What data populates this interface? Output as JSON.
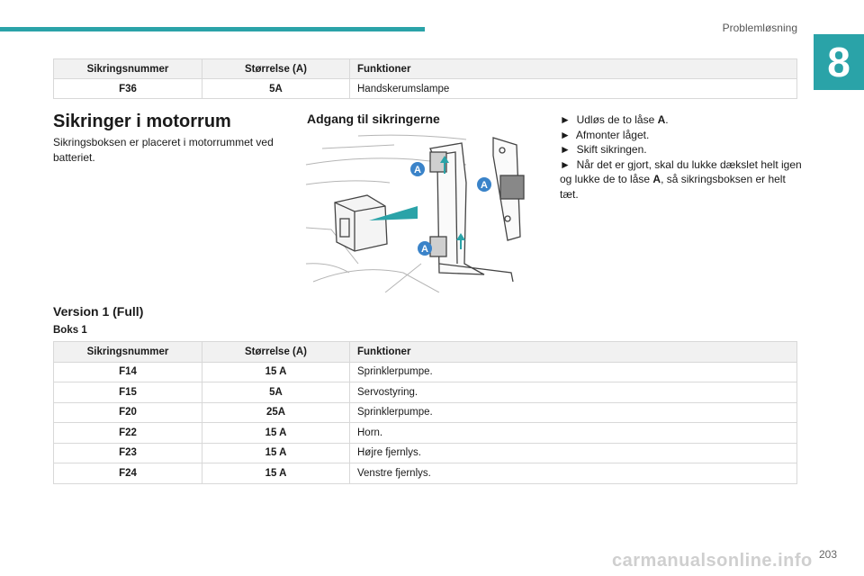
{
  "header": {
    "section": "Problemløsning",
    "chapter": "8"
  },
  "top_table": {
    "headers": [
      "Sikringsnummer",
      "Størrelse (A)",
      "Funktioner"
    ],
    "rows": [
      [
        "F36",
        "5A",
        "Handskerumslampe"
      ]
    ]
  },
  "engine": {
    "title": "Sikringer i motorrum",
    "intro": "Sikringsboksen er placeret i motorrummet ved batteriet."
  },
  "access": {
    "title": "Adgang til sikringerne",
    "figure_labels": [
      "A",
      "A",
      "A"
    ],
    "step_marker": "►",
    "steps": [
      {
        "pre": "Udløs de to låse ",
        "bold": "A",
        "post": "."
      },
      {
        "pre": "Afmonter låget.",
        "bold": "",
        "post": ""
      },
      {
        "pre": "Skift sikringen.",
        "bold": "",
        "post": ""
      },
      {
        "pre": "Når det er gjort, skal du lukke dækslet helt igen og lukke de to låse ",
        "bold": "A",
        "post": ", så sikringsboksen er helt tæt."
      }
    ]
  },
  "version": {
    "title": "Version 1 (Full)",
    "box_label": "Boks 1"
  },
  "box1_table": {
    "headers": [
      "Sikringsnummer",
      "Størrelse (A)",
      "Funktioner"
    ],
    "rows": [
      [
        "F14",
        "15 A",
        "Sprinklerpumpe."
      ],
      [
        "F15",
        "5A",
        "Servostyring."
      ],
      [
        "F20",
        "25A",
        "Sprinklerpumpe."
      ],
      [
        "F22",
        "15 A",
        "Horn."
      ],
      [
        "F23",
        "15 A",
        "Højre fjernlys."
      ],
      [
        "F24",
        "15 A",
        "Venstre fjernlys."
      ]
    ]
  },
  "footer": {
    "page": "203",
    "watermark": "carmanualsonline.info"
  },
  "colors": {
    "accent": "#2aa3a8",
    "label_blue": "#3a83c9"
  }
}
